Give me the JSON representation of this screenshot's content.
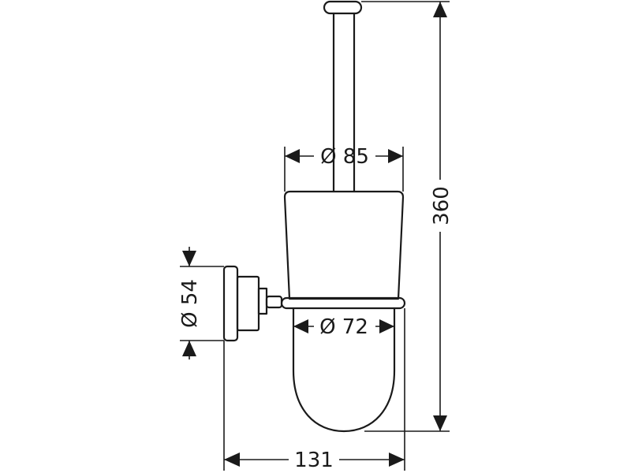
{
  "dimensions": {
    "cup_top_diameter": "Ø 85",
    "cup_bottom_diameter": "Ø 72",
    "rosette_diameter": "Ø 54",
    "total_height": "360",
    "projection": "131"
  },
  "colors": {
    "line": "#1a1a1a",
    "background": "#ffffff"
  }
}
